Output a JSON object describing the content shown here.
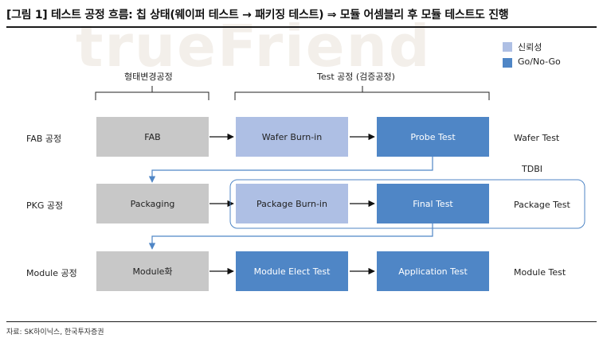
{
  "title": "[그림 1] 테스트 공정 흐름: 칩 상태(웨이퍼 테스트 → 패키징 테스트) ⇒ 모듈 어셈블리 후 모듈 테스트도 진행",
  "watermark": "trueFriend",
  "source": "자료: SK하이닉스, 한국투자증권",
  "legend": [
    {
      "label": "신뢰성",
      "color": "#aebfe4"
    },
    {
      "label": "Go/No-Go",
      "color": "#4f86c6"
    }
  ],
  "groups": {
    "form_change": "형태변경공정",
    "test_process": "Test 공정 (검증공정)"
  },
  "rows": [
    {
      "row_label": "FAB 공정",
      "boxes": [
        "FAB",
        "Wafer Burn-in",
        "Probe Test"
      ],
      "right_label": "Wafer Test"
    },
    {
      "row_label": "PKG 공정",
      "boxes": [
        "Packaging",
        "Package Burn-in",
        "Final Test"
      ],
      "right_label": "Package Test"
    },
    {
      "row_label": "Module 공정",
      "boxes": [
        "Module화",
        "Module Elect Test",
        "Application Test"
      ],
      "right_label": "Module Test"
    }
  ],
  "tdbi_label": "TDBI"
}
